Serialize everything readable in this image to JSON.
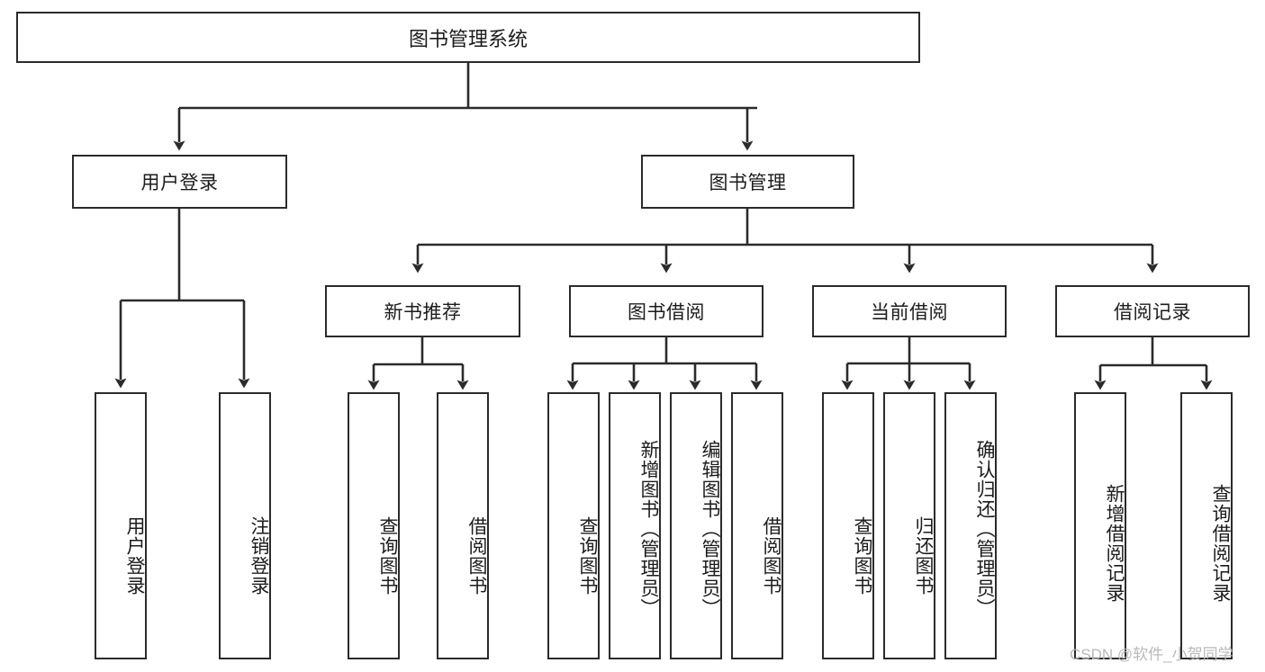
{
  "diagram": {
    "title": "图书管理系统",
    "type": "tree-hierarchy-chart",
    "colors": {
      "stroke": "#2b2b2b",
      "fill": "#ffffff",
      "text": "#1c1c1c",
      "watermark": "#b9b9b9"
    },
    "root": {
      "label": "图书管理系统"
    },
    "level2": [
      {
        "id": "user-login",
        "label": "用户登录"
      },
      {
        "id": "book-management",
        "label": "图书管理"
      }
    ],
    "level3": [
      {
        "id": "new-book-recommend",
        "label": "新书推荐"
      },
      {
        "id": "book-borrow",
        "label": "图书借阅"
      },
      {
        "id": "current-borrow",
        "label": "当前借阅"
      },
      {
        "id": "borrow-record",
        "label": "借阅记录"
      }
    ],
    "leaves": {
      "user_login": [
        {
          "id": "leaf-user-login",
          "label": "用户登录"
        },
        {
          "id": "leaf-logout-login",
          "label": "注销登录"
        }
      ],
      "new_book_recommend": [
        {
          "id": "leaf-query-book-1",
          "label": "查询图书"
        },
        {
          "id": "leaf-borrow-book-1",
          "label": "借阅图书"
        }
      ],
      "book_borrow": [
        {
          "id": "leaf-query-book-2",
          "label": "查询图书"
        },
        {
          "id": "leaf-add-book",
          "label": "新增图书（管理员）"
        },
        {
          "id": "leaf-edit-book",
          "label": "编辑图书（管理员）"
        },
        {
          "id": "leaf-borrow-book-2",
          "label": "借阅图书"
        }
      ],
      "current_borrow": [
        {
          "id": "leaf-query-book-3",
          "label": "查询图书"
        },
        {
          "id": "leaf-return-book",
          "label": "归还图书"
        },
        {
          "id": "leaf-confirm-return",
          "label": "确认归还（管理员）"
        }
      ],
      "borrow_record": [
        {
          "id": "leaf-add-record",
          "label": "新增借阅记录"
        },
        {
          "id": "leaf-query-record",
          "label": "查询借阅记录"
        }
      ]
    }
  },
  "watermark": {
    "text": "CSDN @软件_小贺同学"
  }
}
